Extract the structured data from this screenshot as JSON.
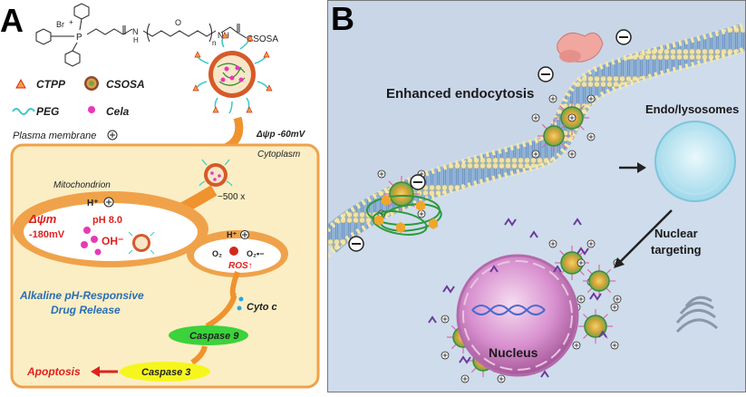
{
  "panel_a": {
    "letter": "A",
    "formula": {
      "br_label": "Br",
      "charge_label": "+",
      "p_label": "P",
      "n_label": "n",
      "right_group": "CSOSA",
      "o_label": "O",
      "nh_left": "H",
      "n_left": "N",
      "nh_right": "NH"
    },
    "legend": {
      "ctpp": "CTPP",
      "csosa": "CSOSA",
      "peg": "PEG",
      "cela": "Cela"
    },
    "plasma_membrane": "Plasma membrane",
    "membrane_potential": "Δψp -60mV",
    "cytoplasm": "Cytoplasm",
    "accumulation": "~500 x",
    "mitochondrion": "Mitochondrion",
    "hplus": "H⁺",
    "mito_potential": "Δψm",
    "mito_mv": "-180mV",
    "ph": "pH 8.0",
    "oh": "OH⁻",
    "o2": "O₂",
    "superoxide": "O₂•−",
    "ros": "ROS↑",
    "release_line1": "Alkaline pH-Responsive",
    "release_line2": "Drug Release",
    "cyto_c": "Cyto c",
    "caspase9": "Caspase 9",
    "caspase3": "Caspase 3",
    "apoptosis": "Apoptosis"
  },
  "panel_b": {
    "letter": "B",
    "endocytosis": "Enhanced endocytosis",
    "endo_lysosomes": "Endo/lysosomes",
    "nuclear_line1": "Nuclear",
    "nuclear_line2": "targeting",
    "nucleus": "Nucleus"
  },
  "colors": {
    "cell_fill": "#fbeec4",
    "cell_border": "#f0a24a",
    "arrow_orange": "#f0922e",
    "red_text": "#e0201f",
    "blue_text": "#2a6db4",
    "caspase9_fill": "#3bd23b",
    "caspase3_fill": "#f6f61d",
    "membrane_blue": "#8fb2d6",
    "nucleus_pink": "#d890cf",
    "lysosome_cyan": "#bfe6f2",
    "background_b": "#c9d6e7"
  }
}
